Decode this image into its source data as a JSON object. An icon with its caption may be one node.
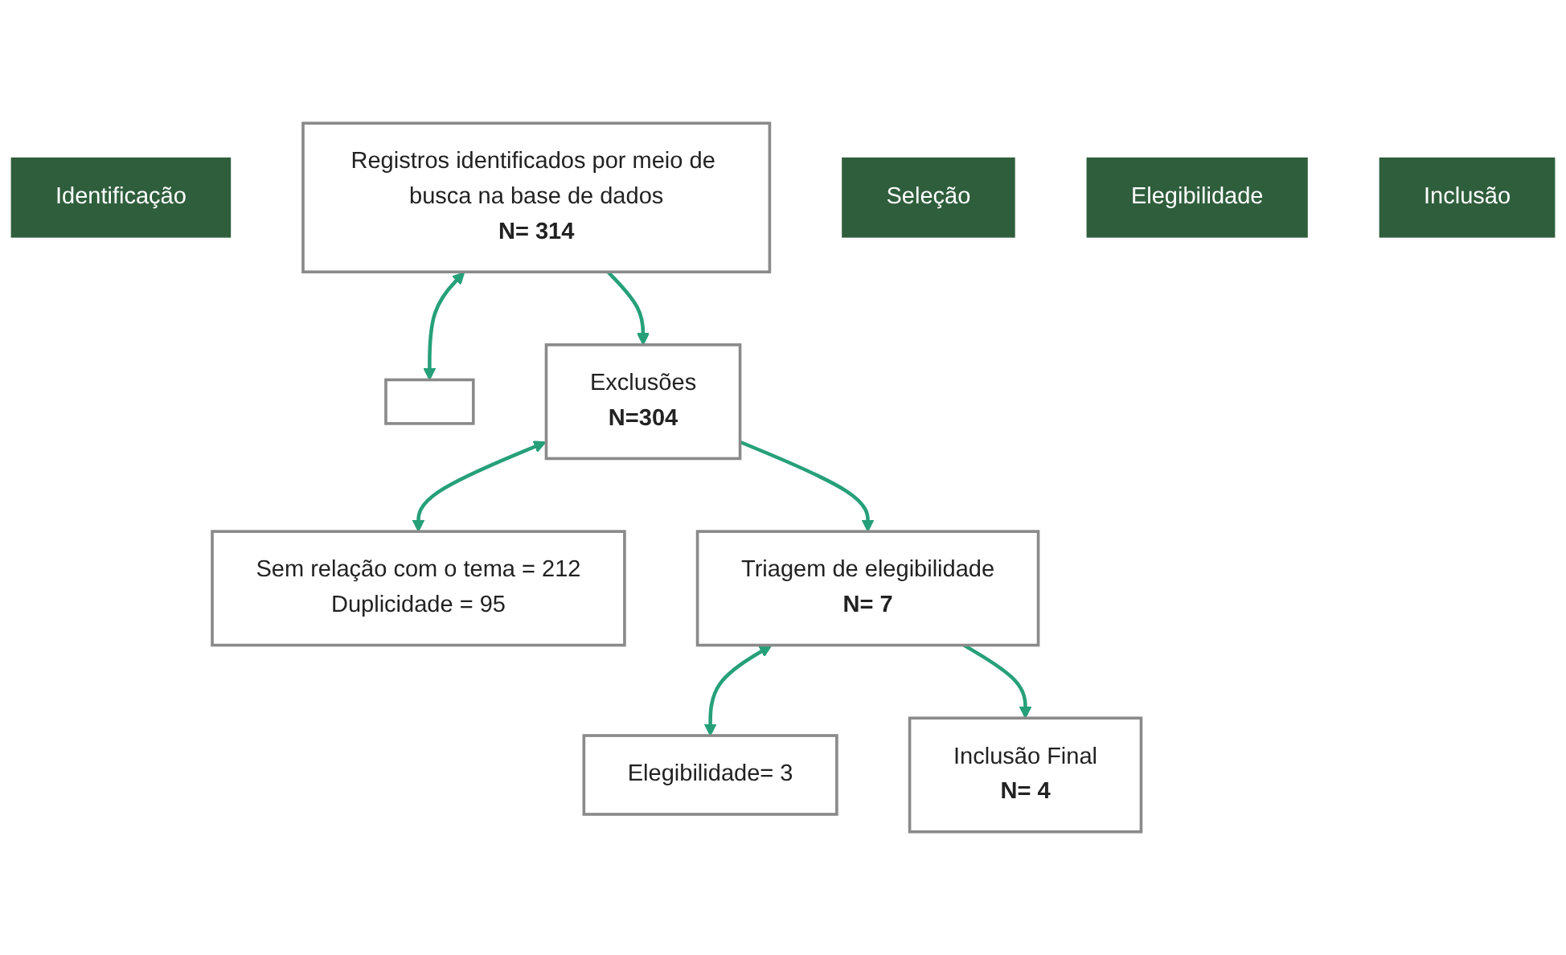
{
  "diagram": {
    "nodes": [
      {
        "text": [
          "Identificação"
        ]
      },
      {
        "text": [
          "Registros identificados por meio de busca na base de dados",
          "N= 314"
        ]
      },
      {
        "text": [],
        "shape": "box"
      },
      {
        "text": [
          "Seleção"
        ]
      },
      {
        "text": [
          "Exclusões",
          "N=304"
        ]
      },
      {
        "text": [
          "Sem relação com o tema = 212",
          "Duplicidade = 95"
        ]
      },
      {
        "text": [
          "Elegibilidade"
        ]
      },
      {
        "text": [
          "Triagem de elegibilidade",
          "N= 7"
        ]
      },
      {
        "text": [
          "Elegibilidade= 3"
        ]
      },
      {
        "text": [
          "Inclusão"
        ]
      },
      {
        "text": [
          "Inclusão Final",
          "N= 4"
        ]
      }
    ],
    "edges": [
      {
        "from": 1,
        "to": 2,
        "arrow": "both"
      },
      {
        "from": 1,
        "to": 4,
        "arrow": "to"
      },
      {
        "from": 4,
        "to": 5,
        "arrow": "both"
      },
      {
        "from": 4,
        "to": 7,
        "arrow": "to"
      },
      {
        "from": 7,
        "to": 8,
        "arrow": "both"
      },
      {
        "from": 7,
        "to": 10,
        "arrow": "to"
      }
    ]
  }
}
